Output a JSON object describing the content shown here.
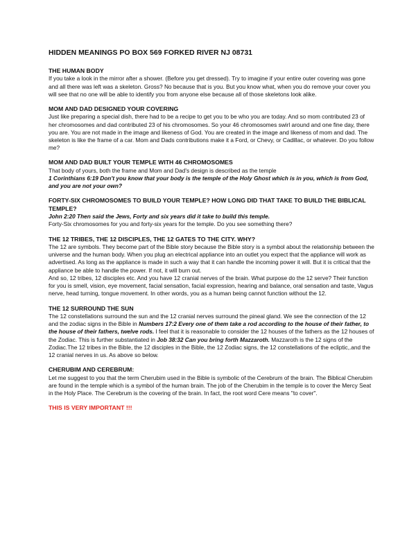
{
  "title": "HIDDEN MEANINGS PO BOX 569 FORKED RIVER NJ 08731",
  "sections": [
    {
      "heading": "THE HUMAN BODY",
      "p1": "If you take a look in the mirror after a shower. (Before you get dressed). Try to imagine if your entire outer covering was gone and all there was left was a skeleton. Gross? No because that is you. But you know what, when you do remove your cover you will see that no one will be able to identify you from anyone else because all of those skeletons look alike."
    },
    {
      "heading": "MOM AND DAD DESIGNED YOUR COVERING",
      "p1": "Just like preparing a special dish, there had to be a recipe to get you to be who you are today. And so mom contributed 23 of her chromosomes and dad contributed 23 of his chromosomes. So your 46 chromosomes swirl around and one fine day, there you are. You are not made in the image and likeness of God. You are created in the image and likeness of mom and dad. The skeleton is like the frame of a car. Mom and Dads contributions make it a Ford, or Chevy, or Cadillac, or whatever. Do you follow me?"
    },
    {
      "heading": "MOM AND DAD BUILT YOUR TEMPLE WITH 46 CHROMOSOMES",
      "p1": "That body of yours, both the frame and Mom and Dad's design is described as the temple",
      "quote": "1 Corinthians 6:19 Don't you know that your body is the temple of the Holy Ghost which is in you, which is from God, and you are not your own?"
    },
    {
      "heading": "FORTY-SIX CHROMOSOMES TO BUILD YOUR TEMPLE? HOW LONG DID THAT TAKE TO BUILD THE BIBLICAL TEMPLE?",
      "quote": "John 2:20 Then said the Jews, Forty and six years did it take to build this temple.",
      "p1": "Forty-Six chromosomes for you and forty-six years for the temple. Do you see something there?"
    },
    {
      "heading": "THE 12 TRIBES, THE 12 DISCIPLES, THE 12 GATES TO THE CITY.   WHY?",
      "p1": "The 12 are symbols. They become part of the Bible story because the Bible story is a symbol about the relationship between the universe and the human body. When you plug an electrical appliance into an outlet you expect that the appliance will work as advertised. As long as the appliance is made in such a way that it can handle the incoming power it will. But it is critical that the appliance be able to handle the power. If not, it will burn out.",
      "p2": "And so, 12 tribes, 12 disciples etc. And you have 12 cranial nerves of the brain. What purpose do the 12 serve? Their function for you is smell, vision, eye movement, facial sensation, facial expression, hearing and balance, oral sensation and taste, Vagus nerve, head turning, tongue movement. In other words, you as a human being cannot function without the 12."
    },
    {
      "heading": "THE 12 SURROUND THE SUN",
      "p1a": "The 12 constellations surround the sun and the 12 cranial nerves surround the pineal gland. We see the connection of the 12 and the zodiac signs in the Bible in ",
      "quote1": "Numbers 17:2 Every one of them take a rod according to the house of their father, to the house of their fathers, twelve rods.",
      "p1b": " I feel that it is reasonable to consider the 12 houses of the fathers as the 12 houses of the Zodiac. This is further substantiated in ",
      "quote2": "Job 38:32 Can you bring forth Mazzaroth.",
      "p1c": "  Mazzaroth is the 12 signs of the Zodiac.The 12 tribes in the Bible, the 12 disciples in the Bible, the 12 Zodiac signs, the 12 constellations of the ecliptic,.and the 12 cranial nerves in us. As above so below."
    },
    {
      "heading": "CHERUBIM AND CEREBRUM:",
      "p1": "Let me suggest to you that the term Cherubim used in the Bible is symbolic of the Cerebrum of the brain. The Biblical Cherubim are found in the temple which is a symbol of the human brain. The job of the Cherubim in the temple is to cover the Mercy Seat in the Holy Place. The Cerebrum is the covering of the brain. In fact, the root word Cere means \"to cover\"."
    }
  ],
  "important": "THIS IS VERY IMPORTANT !!!"
}
